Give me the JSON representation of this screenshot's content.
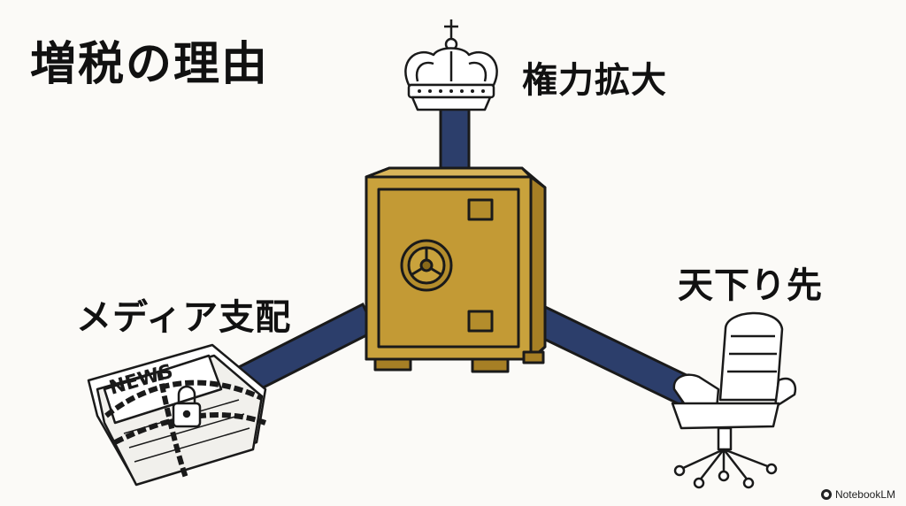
{
  "title": "増税の理由",
  "nodes": {
    "top": {
      "label": "権力拡大",
      "icon": "crown-icon"
    },
    "left": {
      "label": "メディア支配",
      "icon": "chained-newspaper-icon",
      "newspaper_text": "NEWS"
    },
    "right": {
      "label": "天下り先",
      "icon": "office-chair-icon"
    }
  },
  "center": {
    "icon": "safe-icon"
  },
  "colors": {
    "pipe": "#2c3e6b",
    "safe": "#c9a23c",
    "outline": "#1a1a1a"
  },
  "brand": {
    "label": "NotebookLM",
    "icon": "notebooklm-icon"
  }
}
